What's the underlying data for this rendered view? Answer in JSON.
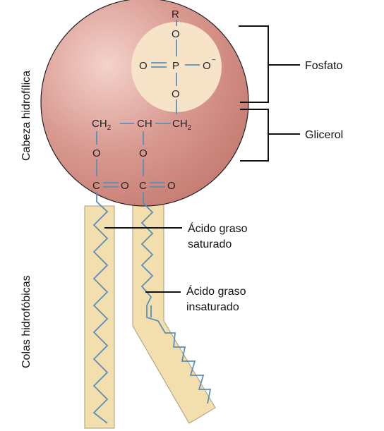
{
  "side_labels": {
    "head": "Cabeza hidrofílica",
    "tails": "Colas hidrofóbicas"
  },
  "labels": {
    "phosphate": "Fosfato",
    "glycerol": "Glicerol",
    "saturated_line1": "Ácido graso",
    "saturated_line2": "saturado",
    "unsaturated_line1": "Ácido graso",
    "unsaturated_line2": "insaturado"
  },
  "chem": {
    "R": "R",
    "O": "O",
    "P": "P",
    "minus": "−",
    "CH2": "CH",
    "CH": "CH",
    "C": "C",
    "sub2": "2"
  },
  "colors": {
    "head_fill": "#d08b82",
    "phosphate_fill": "#f6e3c8",
    "tail_fill": "#f3dfae",
    "bond": "#5a8fb8"
  }
}
